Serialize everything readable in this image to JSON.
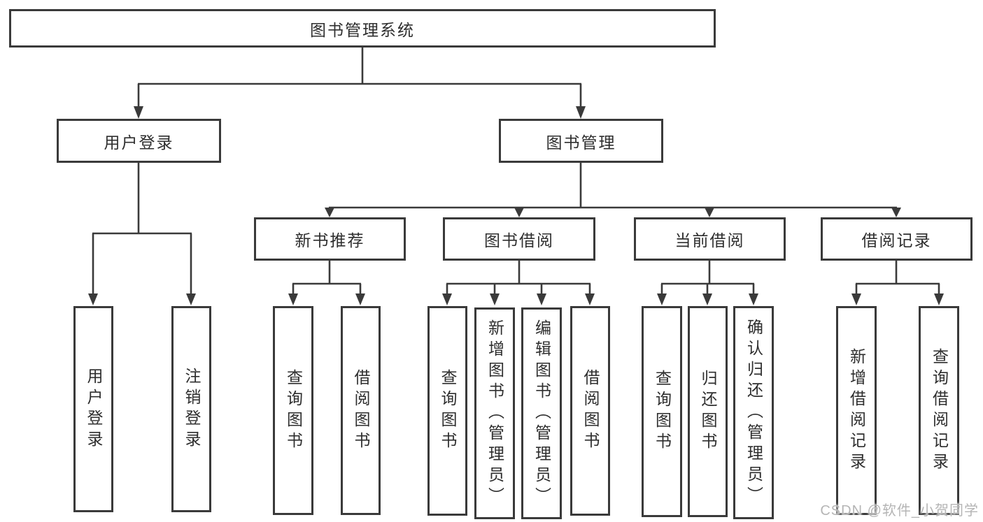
{
  "diagram": {
    "type": "org-tree",
    "colors": {
      "line": "#3a3a3a",
      "text": "#2e2e2e",
      "box_background": "#ffffff",
      "watermark": "#b5b5b5",
      "background": "#ffffff"
    },
    "nodes": {
      "root": {
        "label": "图书管理系统"
      },
      "user_login": {
        "label": "用户登录"
      },
      "book_mgmt": {
        "label": "图书管理"
      },
      "new_book_rec": {
        "label": "新书推荐"
      },
      "book_borrow": {
        "label": "图书借阅"
      },
      "current_borrow": {
        "label": "当前借阅"
      },
      "borrow_records": {
        "label": "借阅记录"
      },
      "leaf_user_login": {
        "label": "用户登录"
      },
      "leaf_logout": {
        "label": "注销登录"
      },
      "leaf_query_book_1": {
        "label": "查询图书"
      },
      "leaf_borrow_book_1": {
        "label": "借阅图书"
      },
      "leaf_query_book_2": {
        "label": "查询图书"
      },
      "leaf_add_book": {
        "label": "新增图书（管理员）"
      },
      "leaf_edit_book": {
        "label": "编辑图书（管理员）"
      },
      "leaf_borrow_book_2": {
        "label": "借阅图书"
      },
      "leaf_query_book_3": {
        "label": "查询图书"
      },
      "leaf_return_book": {
        "label": "归还图书"
      },
      "leaf_confirm_return": {
        "label": "确认归还（管理员）"
      },
      "leaf_add_record": {
        "label": "新增借阅记录"
      },
      "leaf_query_record": {
        "label": "查询借阅记录"
      }
    },
    "edges": [
      [
        "图书管理系统",
        "用户登录"
      ],
      [
        "图书管理系统",
        "图书管理"
      ],
      [
        "用户登录",
        "用户登录(叶)"
      ],
      [
        "用户登录",
        "注销登录"
      ],
      [
        "图书管理",
        "新书推荐"
      ],
      [
        "图书管理",
        "图书借阅"
      ],
      [
        "图书管理",
        "当前借阅"
      ],
      [
        "图书管理",
        "借阅记录"
      ],
      [
        "新书推荐",
        "查询图书"
      ],
      [
        "新书推荐",
        "借阅图书"
      ],
      [
        "图书借阅",
        "查询图书"
      ],
      [
        "图书借阅",
        "新增图书（管理员）"
      ],
      [
        "图书借阅",
        "编辑图书（管理员）"
      ],
      [
        "图书借阅",
        "借阅图书"
      ],
      [
        "当前借阅",
        "查询图书"
      ],
      [
        "当前借阅",
        "归还图书"
      ],
      [
        "当前借阅",
        "确认归还（管理员）"
      ],
      [
        "借阅记录",
        "新增借阅记录"
      ],
      [
        "借阅记录",
        "查询借阅记录"
      ]
    ],
    "watermark": {
      "text": "CSDN @软件_小贺同学"
    }
  }
}
